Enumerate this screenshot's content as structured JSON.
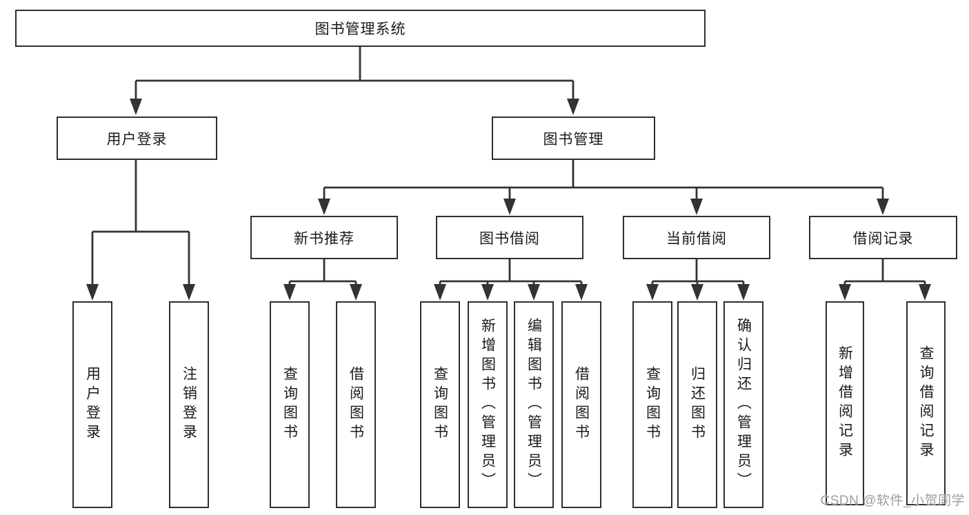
{
  "diagram": {
    "title": "图书管理系统",
    "nodes": {
      "root": "图书管理系统",
      "user_login": "用户登录",
      "book_mgmt": "图书管理",
      "new_book_rec": "新书推荐",
      "book_borrow": "图书借阅",
      "current_borrow": "当前借阅",
      "borrow_record": "借阅记录",
      "leaf_user_login": "用户登录",
      "leaf_logout": "注销登录",
      "leaf_query_book_rec": "查询图书",
      "leaf_borrow_book_rec": "借阅图书",
      "leaf_query_book_borrow": "查询图书",
      "leaf_add_book_admin": "新增图书（管理员）",
      "leaf_edit_book_admin": "编辑图书（管理员）",
      "leaf_borrow_book_borrow": "借阅图书",
      "leaf_query_book_current": "查询图书",
      "leaf_return_book": "归还图书",
      "leaf_confirm_return_admin": "确认归还（管理员）",
      "leaf_add_borrow_record": "新增借阅记录",
      "leaf_query_borrow_record": "查询借阅记录"
    },
    "hierarchy": [
      {
        "parent": "图书管理系统",
        "children": [
          "用户登录",
          "图书管理"
        ]
      },
      {
        "parent": "用户登录",
        "children": [
          "用户登录",
          "注销登录"
        ]
      },
      {
        "parent": "图书管理",
        "children": [
          "新书推荐",
          "图书借阅",
          "当前借阅",
          "借阅记录"
        ]
      },
      {
        "parent": "新书推荐",
        "children": [
          "查询图书",
          "借阅图书"
        ]
      },
      {
        "parent": "图书借阅",
        "children": [
          "查询图书",
          "新增图书（管理员）",
          "编辑图书（管理员）",
          "借阅图书"
        ]
      },
      {
        "parent": "当前借阅",
        "children": [
          "查询图书",
          "归还图书",
          "确认归还（管理员）"
        ]
      },
      {
        "parent": "借阅记录",
        "children": [
          "新增借阅记录",
          "查询借阅记录"
        ]
      }
    ],
    "colors": {
      "line": "#333333",
      "box_border": "#2e2e2e",
      "box_fill": "#ffffff",
      "text": "#1a1a1a",
      "background": "#ffffff",
      "watermark": "#9c9c9c"
    }
  },
  "watermark": "CSDN @软件_小贺同学"
}
